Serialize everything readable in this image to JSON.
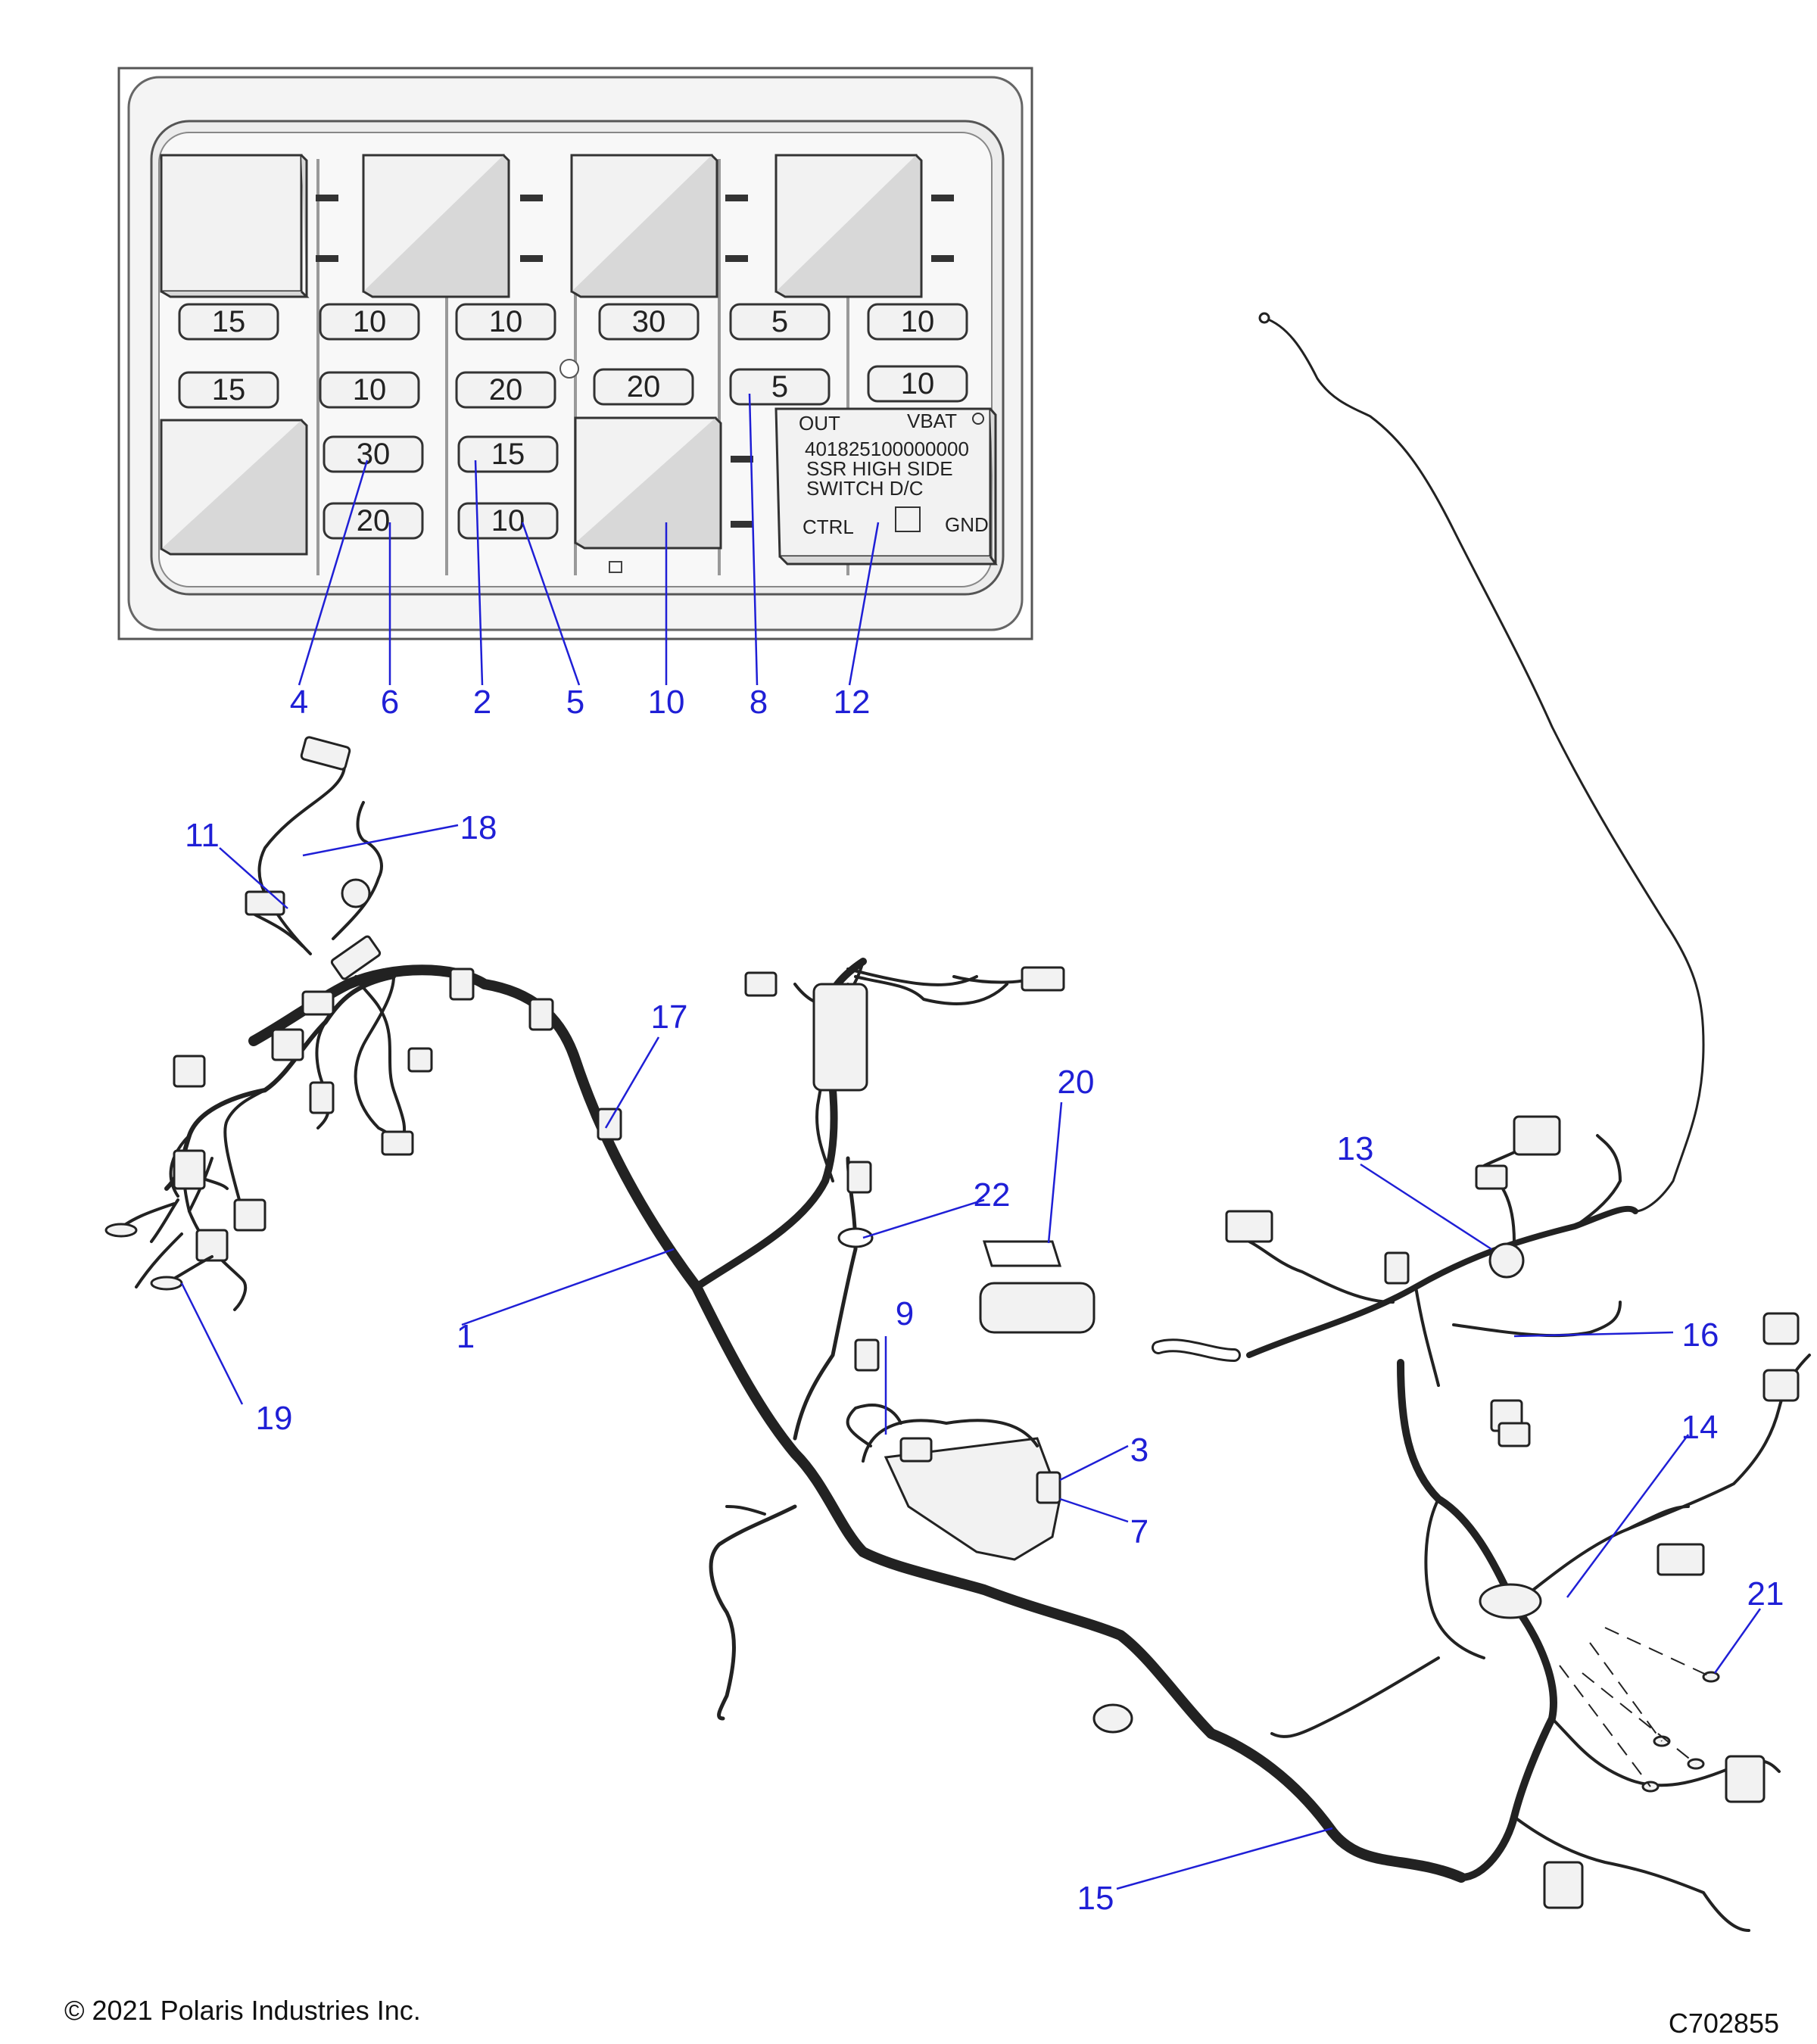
{
  "fuse_box": {
    "fuses": [
      {
        "id": "f1",
        "value": "15"
      },
      {
        "id": "f2",
        "value": "10"
      },
      {
        "id": "f3",
        "value": "10"
      },
      {
        "id": "f4",
        "value": "30"
      },
      {
        "id": "f5",
        "value": "5"
      },
      {
        "id": "f6",
        "value": "10"
      },
      {
        "id": "f7",
        "value": "15"
      },
      {
        "id": "f8",
        "value": "10"
      },
      {
        "id": "f9",
        "value": "20"
      },
      {
        "id": "f10",
        "value": "20"
      },
      {
        "id": "f11",
        "value": "5"
      },
      {
        "id": "f12",
        "value": "10"
      },
      {
        "id": "f13",
        "value": "30"
      },
      {
        "id": "f14",
        "value": "15"
      },
      {
        "id": "f15",
        "value": "20"
      },
      {
        "id": "f16",
        "value": "10"
      }
    ],
    "ssr": {
      "out": "OUT",
      "vbat": "VBAT",
      "part_number": "401825100000000",
      "line1": "SSR  HIGH  SIDE",
      "line2": "SWITCH       D/C",
      "ctrl": "CTRL",
      "gnd": "GND"
    }
  },
  "callouts": {
    "c4": "4",
    "c6": "6",
    "c2": "2",
    "c5": "5",
    "c10": "10",
    "c8": "8",
    "c12": "12",
    "c11": "11",
    "c18": "18",
    "c17": "17",
    "c20": "20",
    "c22": "22",
    "c13": "13",
    "c16": "16",
    "c1": "1",
    "c9": "9",
    "c3": "3",
    "c7": "7",
    "c14": "14",
    "c19": "19",
    "c21": "21",
    "c15": "15"
  },
  "footer": {
    "copyright": "© 2021 Polaris Industries Inc.",
    "drawing_id": "C702855"
  },
  "colors": {
    "callout": "#1f1fd6",
    "line": "#222222"
  }
}
